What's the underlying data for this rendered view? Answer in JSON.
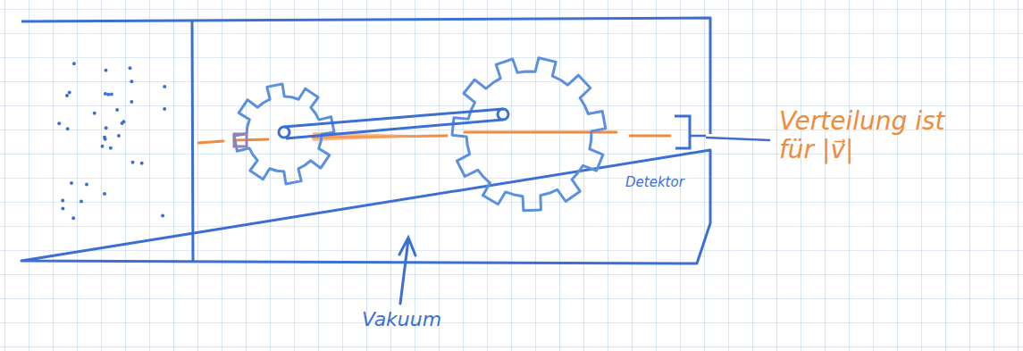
{
  "diagram": {
    "labels": [
      "Detektor",
      "Vakuum",
      "Verteilung ist für |v⃗|"
    ]
  }
}
